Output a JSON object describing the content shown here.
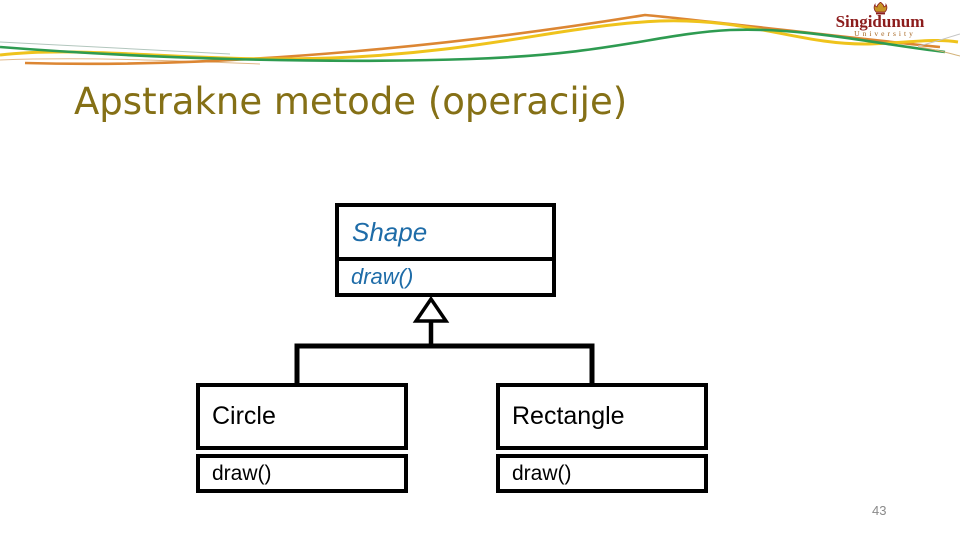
{
  "slide": {
    "title": "Apstrakne metode (operacije)",
    "page_number": "43"
  },
  "logo": {
    "name": "Singidunum",
    "subtitle": "University",
    "emblem_icon": "crest-flame-icon"
  },
  "diagram": {
    "type": "uml-class-diagram",
    "classes": [
      {
        "name": "Shape",
        "abstract": true,
        "methods": [
          "draw()"
        ]
      },
      {
        "name": "Circle",
        "abstract": false,
        "methods": [
          "draw()"
        ]
      },
      {
        "name": "Rectangle",
        "abstract": false,
        "methods": [
          "draw()"
        ]
      }
    ],
    "relations": [
      {
        "from": "Circle",
        "to": "Shape",
        "type": "inheritance"
      },
      {
        "from": "Rectangle",
        "to": "Shape",
        "type": "inheritance"
      }
    ]
  },
  "colors": {
    "title_text": "#857016",
    "abstract_class_text": "#1e6ca8",
    "box_border": "#000000",
    "wave_orange": "#dc8633",
    "wave_yellow": "#efc31c",
    "wave_green": "#2e9b51",
    "logo_red": "#8c1d1d",
    "logo_gold": "#c79424",
    "page_number_text": "#8a8a8a"
  }
}
